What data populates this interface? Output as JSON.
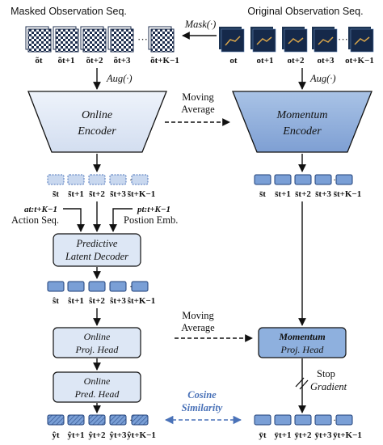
{
  "headers": {
    "masked_seq": "Masked Observation Seq.",
    "original_seq": "Original Observation Seq."
  },
  "ops": {
    "mask": "Mask(·)",
    "aug_left": "Aug(·)",
    "aug_right": "Aug(·)"
  },
  "obs_labels": {
    "masked": [
      "õt",
      "õt+1",
      "õt+2",
      "õt+3",
      "õt+K−1"
    ],
    "original": [
      "ot",
      "ot+1",
      "ot+2",
      "ot+3",
      "ot+K−1"
    ]
  },
  "encoders": {
    "online": [
      "Online",
      "Encoder"
    ],
    "momentum": [
      "Momentum",
      "Encoder"
    ]
  },
  "moving_average_1": [
    "Moving",
    "Average"
  ],
  "moving_average_2": [
    "Moving",
    "Average"
  ],
  "token_labels": {
    "s_tilde": [
      "s̃t",
      "s̃t+1",
      "s̃t+2",
      "s̃t+3",
      "s̃t+K−1"
    ],
    "s_bar": [
      "s̄t",
      "s̄t+1",
      "s̄t+2",
      "s̄t+3",
      "s̄t+K−1"
    ],
    "s_hat": [
      "ŝt",
      "ŝt+1",
      "ŝt+2",
      "ŝt+3",
      "ŝt+K−1"
    ],
    "y_hat": [
      "ŷt",
      "ŷt+1",
      "ŷt+2",
      "ŷt+3",
      "ŷt+K−1"
    ],
    "y_bar": [
      "ȳt",
      "ȳt+1",
      "ȳt+2",
      "ȳt+3",
      "ȳt+K−1"
    ]
  },
  "inputs": {
    "action_sym": "at:t+K−1",
    "action_label": "Action Seq.",
    "pos_sym": "pt:t+K−1",
    "pos_label": "Postion Emb."
  },
  "blocks": {
    "decoder": [
      "Predictive",
      "Latent Decoder"
    ],
    "online_proj": [
      "Online",
      "Proj. Head"
    ],
    "momentum_proj": [
      "Momentum",
      "Proj. Head"
    ],
    "online_pred": [
      "Online",
      "Pred. Head"
    ]
  },
  "stop_gradient": [
    "Stop",
    "Gradient"
  ],
  "cosine_similarity": [
    "Cosine",
    "Similarity"
  ],
  "ellipsis": "···",
  "colors": {
    "token_fill": "#7a9fd6",
    "block_fill": "#dde7f5",
    "encoder_online": "#e1eaf6",
    "encoder_momentum": "#8eb0de",
    "cosine": "#4a72b8",
    "border": "#1a1a1a"
  }
}
